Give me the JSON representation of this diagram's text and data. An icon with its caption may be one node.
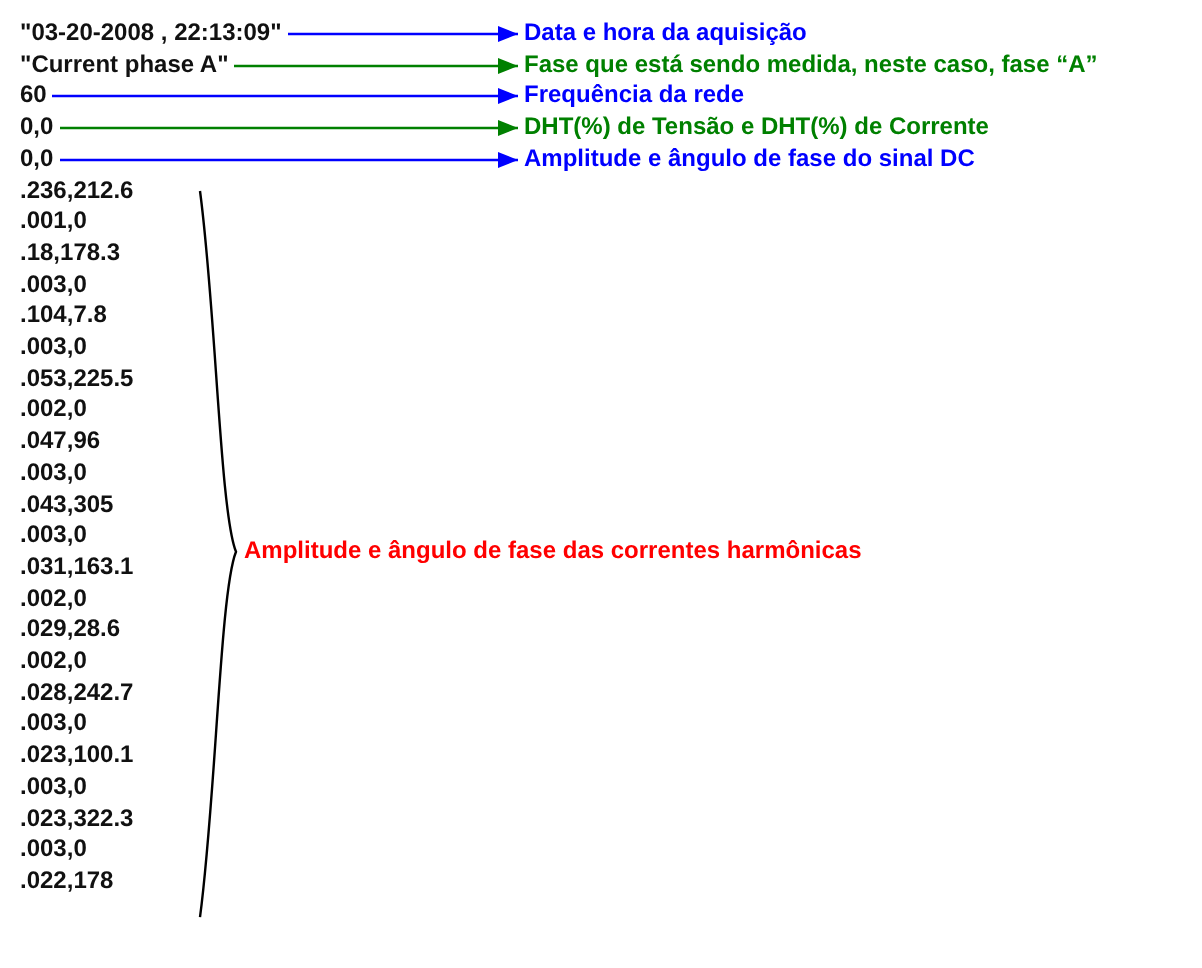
{
  "diagram": {
    "nodes": [
      {
        "text": [
          "\"03-20-2008 , 22:13:09\""
        ]
      },
      {
        "text": [
          "\"Current phase A\""
        ]
      },
      {
        "text": [
          "60"
        ]
      },
      {
        "text": [
          "0,0"
        ]
      },
      {
        "text": [
          "0,0"
        ]
      },
      {
        "text": [
          "Data e hora da aquisição"
        ]
      },
      {
        "text": [
          "Fase que está sendo medida, neste caso, fase “A”"
        ]
      },
      {
        "text": [
          "Frequência da rede"
        ]
      },
      {
        "text": [
          "DHT(%) de Tensão e DHT(%) de Corrente"
        ]
      },
      {
        "text": [
          "Amplitude e ângulo de fase do sinal DC"
        ]
      }
    ],
    "edges": [
      {
        "from": 0,
        "to": 5,
        "arrow": "to"
      },
      {
        "from": 1,
        "to": 6,
        "arrow": "to",
        "color": "#008000"
      },
      {
        "from": 2,
        "to": 7,
        "arrow": "to"
      },
      {
        "from": 3,
        "to": 8,
        "arrow": "to",
        "color": "#008000"
      },
      {
        "from": 4,
        "to": 9,
        "arrow": "to"
      }
    ],
    "labels": [
      ".236,212.6",
      ".001,0",
      ".18,178.3",
      ".003,0",
      ".104,7.8",
      ".003,0",
      ".053,225.5",
      ".002,0",
      ".047,96",
      ".003,0",
      ".043,305",
      ".003,0",
      ".031,163.1",
      ".002,0",
      ".029,28.6",
      ".002,0",
      ".028,242.7",
      ".003,0",
      ".023,100.1",
      ".003,0",
      ".023,322.3",
      ".003,0",
      ".022,178",
      "Amplitude e ângulo de fase das correntes harmônicas"
    ]
  }
}
